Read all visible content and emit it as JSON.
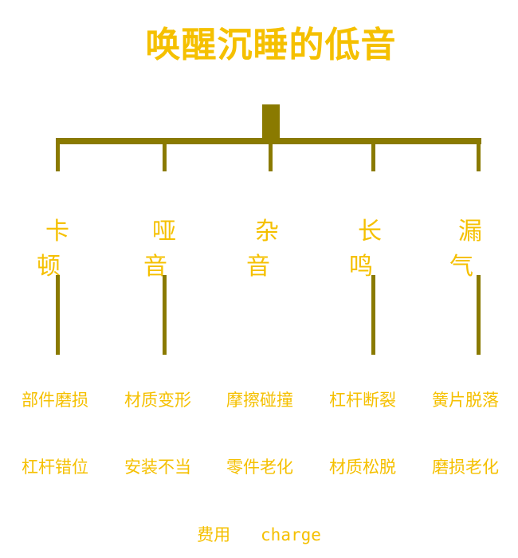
{
  "title": "唤醒沉睡的低音",
  "categories": [
    {
      "label": "卡顿",
      "causes": [
        "部件磨损",
        "杠杆错位"
      ]
    },
    {
      "label": "哑音",
      "causes": [
        "材质变形",
        "安装不当"
      ]
    },
    {
      "label": "杂音",
      "causes": [
        "摩擦碰撞",
        "零件老化"
      ]
    },
    {
      "label": "长鸣",
      "causes": [
        "杠杆断裂",
        "材质松脱"
      ]
    },
    {
      "label": "漏气",
      "causes": [
        "簧片脱落",
        "磨损老化"
      ]
    }
  ],
  "footer": {
    "zh": "费用",
    "en": "charge"
  },
  "colors": {
    "text": "#f5c000",
    "lines": "#8a7a00"
  }
}
